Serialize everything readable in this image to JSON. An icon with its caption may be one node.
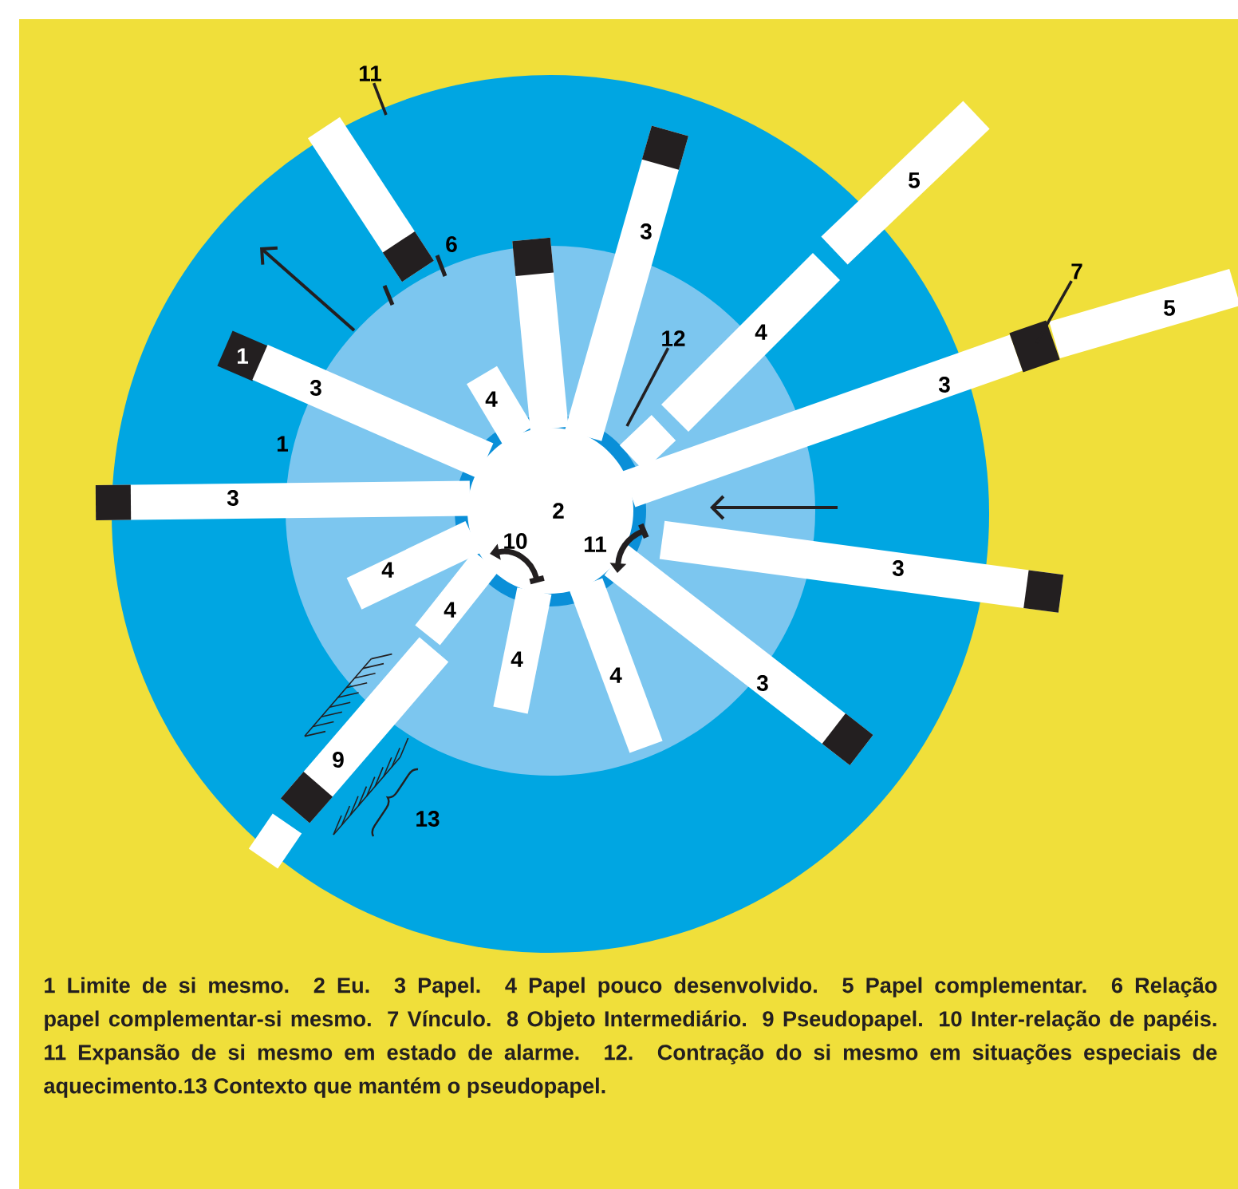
{
  "diagram": {
    "caption": "1 Limite de si mesmo. 2 Eu. 3 Papel. 4 Papel pouco desenvolvido. 5 Papel complementar. 6 Relação papel complementar-si mesmo. 7 Vínculo. 8 Objeto Intermediário. 9 Pseudopapel. 10 Inter-relação de papéis. 11 Expansão de si mesmo em estado de alarme. 12. Contração do si mesmo em situações especiais de aquecimento.13 Contexto que mantém o pseudopapel.",
    "nodes": [
      {
        "text": [
          "11"
        ]
      },
      {
        "text": [],
        "shape": "bar"
      },
      {
        "text": [
          "3"
        ]
      },
      {
        "text": [
          "5"
        ]
      },
      {
        "text": [],
        "shape": "bar"
      },
      {
        "text": [
          "7"
        ]
      },
      {
        "text": [
          "12"
        ]
      },
      {
        "text": [
          "4"
        ]
      },
      {
        "text": [
          "5"
        ]
      },
      {
        "text": [
          "1"
        ]
      },
      {
        "text": [
          "3"
        ]
      },
      {
        "text": [
          "4"
        ]
      },
      {
        "text": [
          "3"
        ]
      },
      {
        "text": [
          "3"
        ]
      },
      {
        "text": [
          "2"
        ]
      },
      {
        "text": [
          "3"
        ]
      },
      {
        "text": [
          "4"
        ]
      },
      {
        "text": [
          "4"
        ]
      },
      {
        "text": [
          "4"
        ]
      },
      {
        "text": [
          "4"
        ]
      },
      {
        "text": [
          "3"
        ]
      },
      {
        "text": [
          "9"
        ]
      },
      {
        "text": [],
        "shape": "box"
      }
    ],
    "edges": [
      {
        "from": 0,
        "to": null,
        "arrow": "none"
      },
      {
        "from": 5,
        "to": 22,
        "arrow": "none"
      },
      {
        "from": 6,
        "to": null,
        "arrow": "none"
      }
    ],
    "labels": [
      "6",
      "1",
      "10",
      "11",
      "13"
    ]
  }
}
